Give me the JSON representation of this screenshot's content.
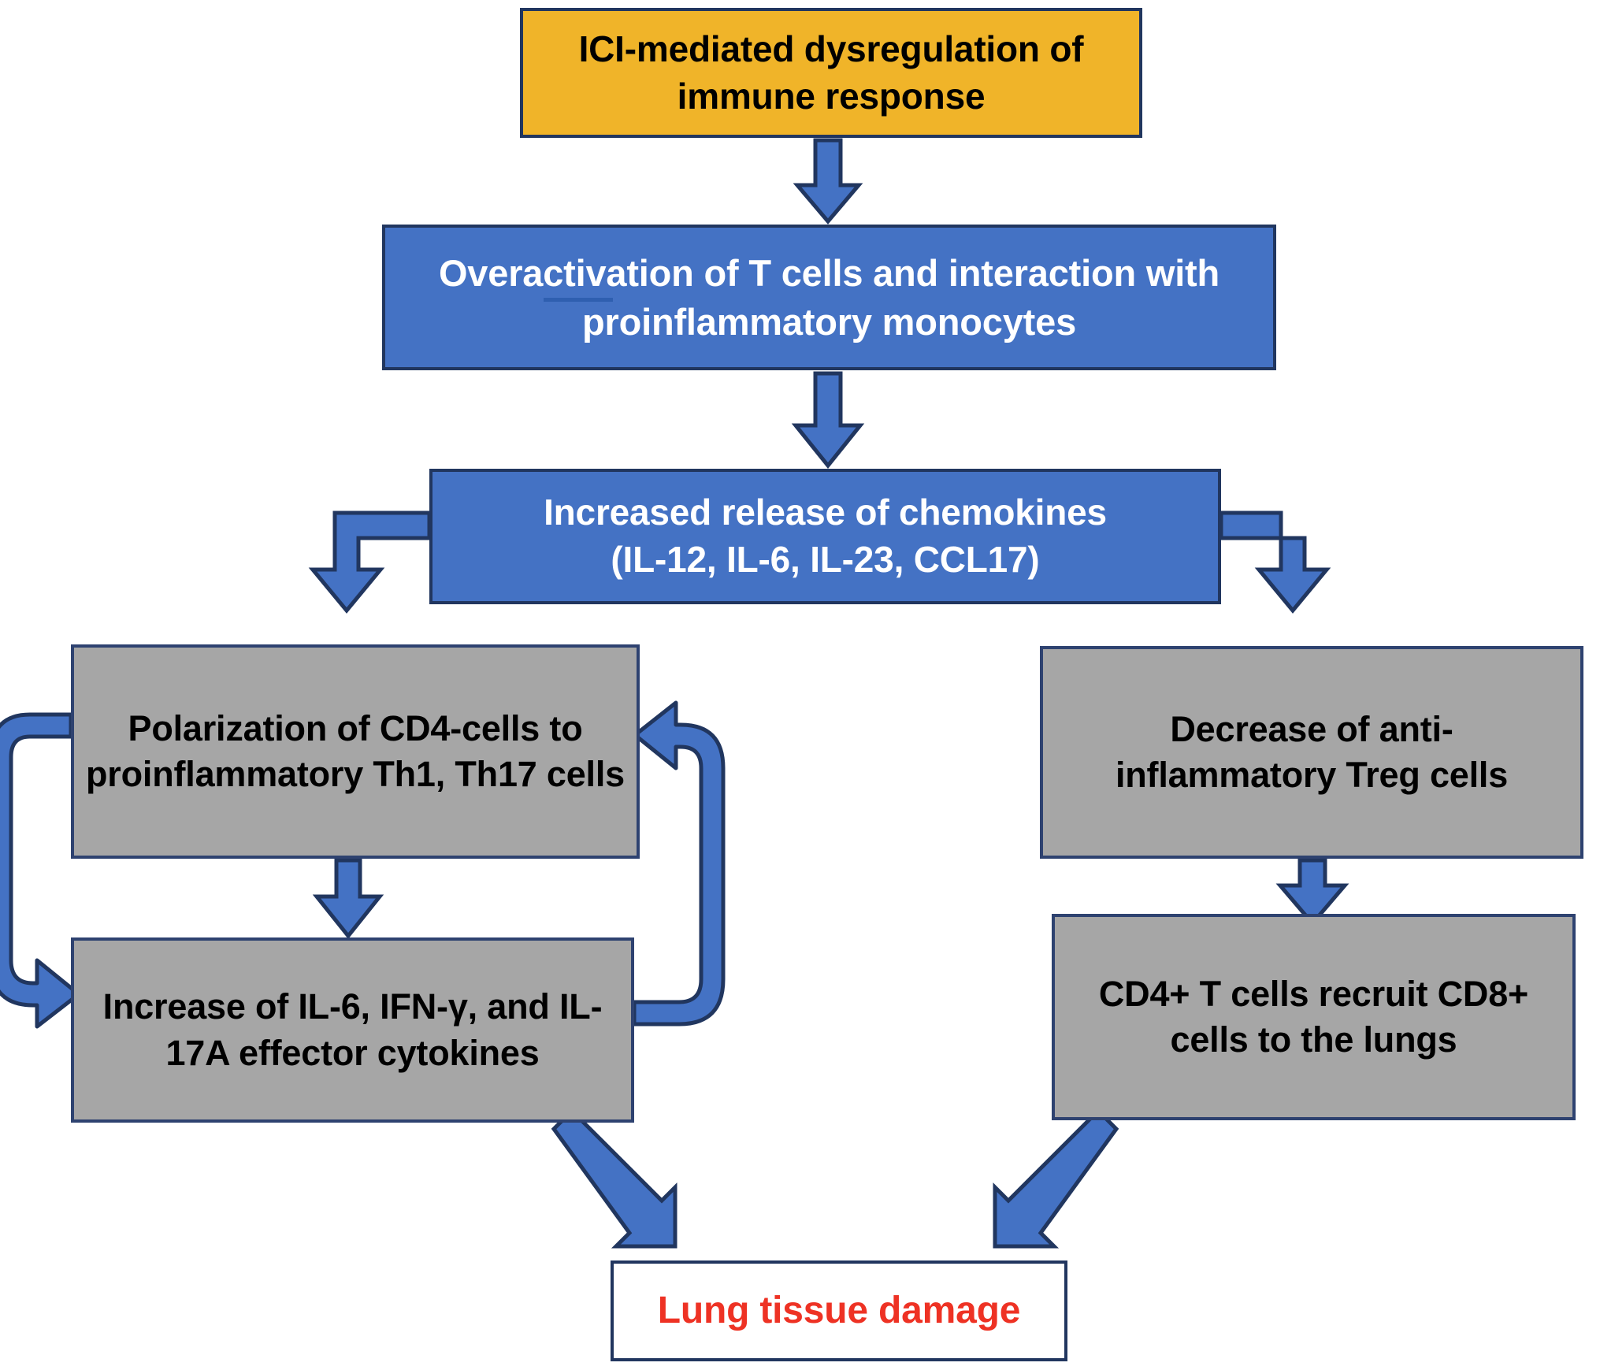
{
  "diagram": {
    "type": "flowchart",
    "title_node": "ICI-mediated dysregulation of immune response",
    "colors": {
      "yellow_fill": "#f0b429",
      "blue_fill": "#4472c4",
      "gray_fill": "#a6a6a6",
      "white_fill": "#ffffff",
      "border": "#21365f",
      "red_text": "#ee3224",
      "white_text": "#ffffff",
      "black_text": "#000000"
    },
    "nodes": [
      {
        "id": "ici",
        "label": "ICI-mediated dysregulation of immune response",
        "fill": "yellow",
        "text_color": "black"
      },
      {
        "id": "overactivation",
        "label": "Overactivation of  T cells and interaction with proinflammatory monocytes",
        "fill": "blue",
        "text_color": "white"
      },
      {
        "id": "chemokines",
        "label": "Increased release of chemokines (IL-12, IL-6, IL-23, CCL17)",
        "line1": "Increased release of chemokines",
        "line2": "(IL-12, IL-6, IL-23, CCL17)",
        "fill": "blue",
        "text_color": "white"
      },
      {
        "id": "polarization",
        "label": "Polarization of CD4-cells to proinflammatory Th1, Th17 cells",
        "fill": "gray",
        "text_color": "black"
      },
      {
        "id": "treg",
        "label": "Decrease of anti-inflammatory Treg cells",
        "fill": "gray",
        "text_color": "black"
      },
      {
        "id": "cytokines",
        "label": "Increase of IL-6, IFN-γ, and IL-17A effector cytokines",
        "fill": "gray",
        "text_color": "black"
      },
      {
        "id": "cd8recruit",
        "label": "CD4+ T cells recruit CD8+ cells to the lungs",
        "fill": "gray",
        "text_color": "black"
      },
      {
        "id": "lungdamage",
        "label": "Lung tissue damage",
        "fill": "white",
        "text_color": "red"
      }
    ],
    "edges": [
      {
        "from": "ici",
        "to": "overactivation",
        "style": "straight-down-arrow"
      },
      {
        "from": "overactivation",
        "to": "chemokines",
        "style": "straight-down-arrow"
      },
      {
        "from": "chemokines",
        "to": "polarization",
        "style": "elbow-left-down-arrow"
      },
      {
        "from": "chemokines",
        "to": "treg",
        "style": "elbow-right-down-arrow"
      },
      {
        "from": "polarization",
        "to": "cytokines",
        "style": "straight-down-arrow"
      },
      {
        "from": "polarization",
        "to": "cytokines",
        "style": "left-u-loop-arrow"
      },
      {
        "from": "cytokines",
        "to": "polarization",
        "style": "right-u-loop-arrow"
      },
      {
        "from": "treg",
        "to": "cd8recruit",
        "style": "straight-down-arrow"
      },
      {
        "from": "cytokines",
        "to": "lungdamage",
        "style": "diagonal-down-right-arrow"
      },
      {
        "from": "cd8recruit",
        "to": "lungdamage",
        "style": "diagonal-down-left-arrow"
      }
    ]
  }
}
